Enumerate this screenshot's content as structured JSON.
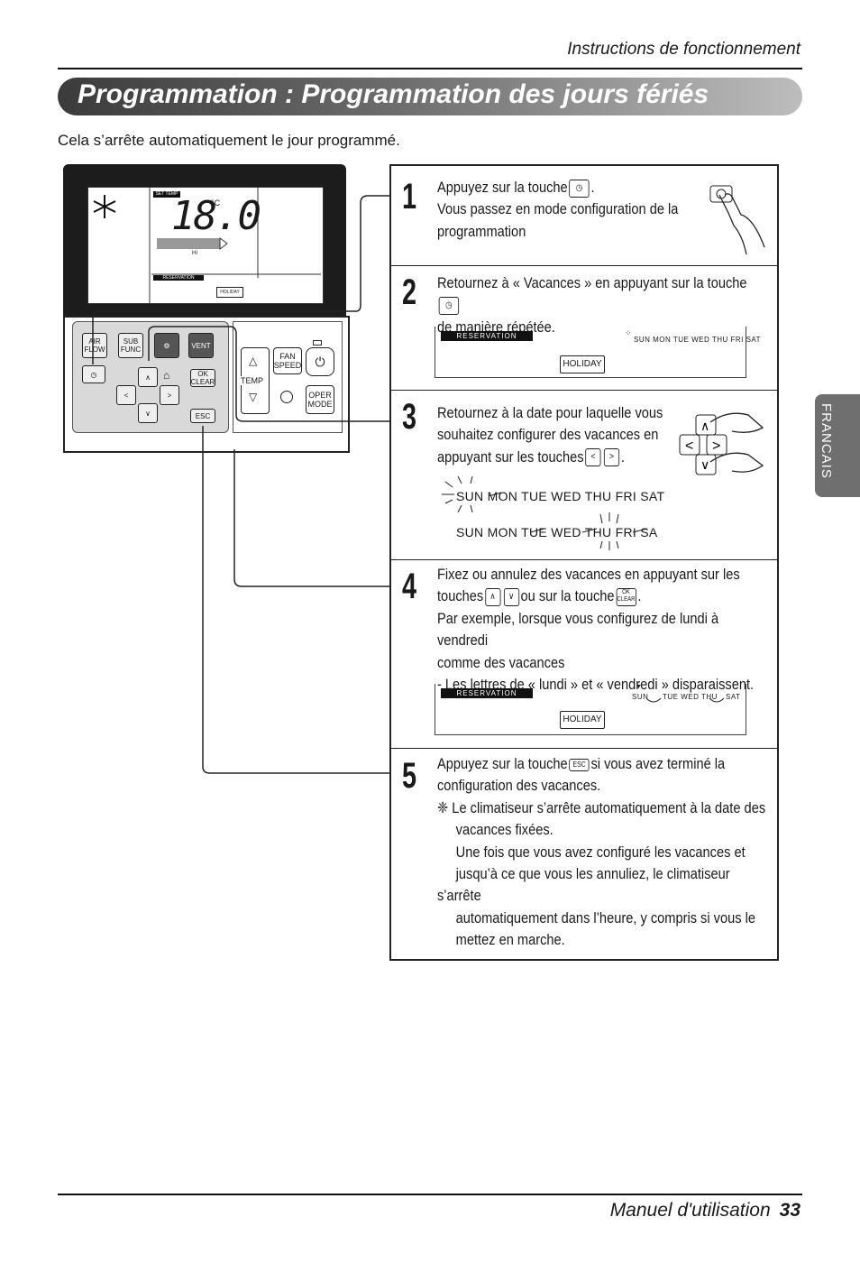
{
  "header": {
    "section": "Instructions de fonctionnement"
  },
  "title": "Programmation : Programmation des jours fériés",
  "intro": "Cela s’arrête automatiquement le jour programmé.",
  "side_tab": "FRANCAIS",
  "remote": {
    "lcd": {
      "set_temp": "SET TEMP",
      "temp": "18.0",
      "unit": "°C",
      "fan": "HI",
      "reservation": "RESERVATION",
      "holiday": "HOLIDAY"
    },
    "keys": {
      "airflow": "AIR FLOW",
      "subfunc": "SUB FUNC",
      "vent": "VENT",
      "ok_clear": "OK CLEAR",
      "esc": "ESC",
      "fan_speed": "FAN SPEED",
      "temp": "TEMP",
      "oper_mode": "OPER MODE"
    }
  },
  "steps": [
    {
      "num": "1",
      "lines": [
        "Appuyez sur la touche",
        ".",
        "Vous passez en mode configuration de la",
        "programmation"
      ]
    },
    {
      "num": "2",
      "lines": [
        "Retournez à « Vacances » en appuyant sur la touche",
        "de manière répétée."
      ],
      "lcd": {
        "reservation": "RESERVATION",
        "holiday": "HOLIDAY",
        "days": "SUN MON TUE WED THU FRI SAT"
      }
    },
    {
      "num": "3",
      "lines": [
        "Retournez à la date pour laquelle vous",
        "souhaitez configurer des vacances en",
        "appuyant sur les touches",
        "."
      ],
      "row1": "SUN MON TUE WED THU  FRI  SAT",
      "row2": "SUN MON TUE WED THU  FRI  SA"
    },
    {
      "num": "4",
      "lines": [
        "Fixez ou annulez des vacances en appuyant sur les",
        "touches",
        "ou sur la touche",
        ".",
        "Par exemple, lorsque vous configurez de lundi à vendredi",
        "comme des vacances",
        "- Les lettres de « lundi » et « vendredi » disparaissent."
      ],
      "lcd": {
        "reservation": "RESERVATION",
        "holiday": "HOLIDAY",
        "sun": "SUN",
        "mid": "TUE WED THU",
        "sat": "SAT"
      }
    },
    {
      "num": "5",
      "lines": [
        "Appuyez sur la touche",
        "si vous avez terminé la",
        "configuration des vacances.",
        "❈ Le climatiseur s’arrête automatiquement à la date des",
        "vacances fixées.",
        "Une fois que vous avez configuré les vacances et",
        "jusqu’à ce que vous les annuliez, le climatiseur s’arrête",
        "automatiquement dans l’heure, y compris si vous le",
        "mettez en marche."
      ]
    }
  ],
  "footer": {
    "label": "Manuel d'utilisation",
    "page": "33"
  }
}
